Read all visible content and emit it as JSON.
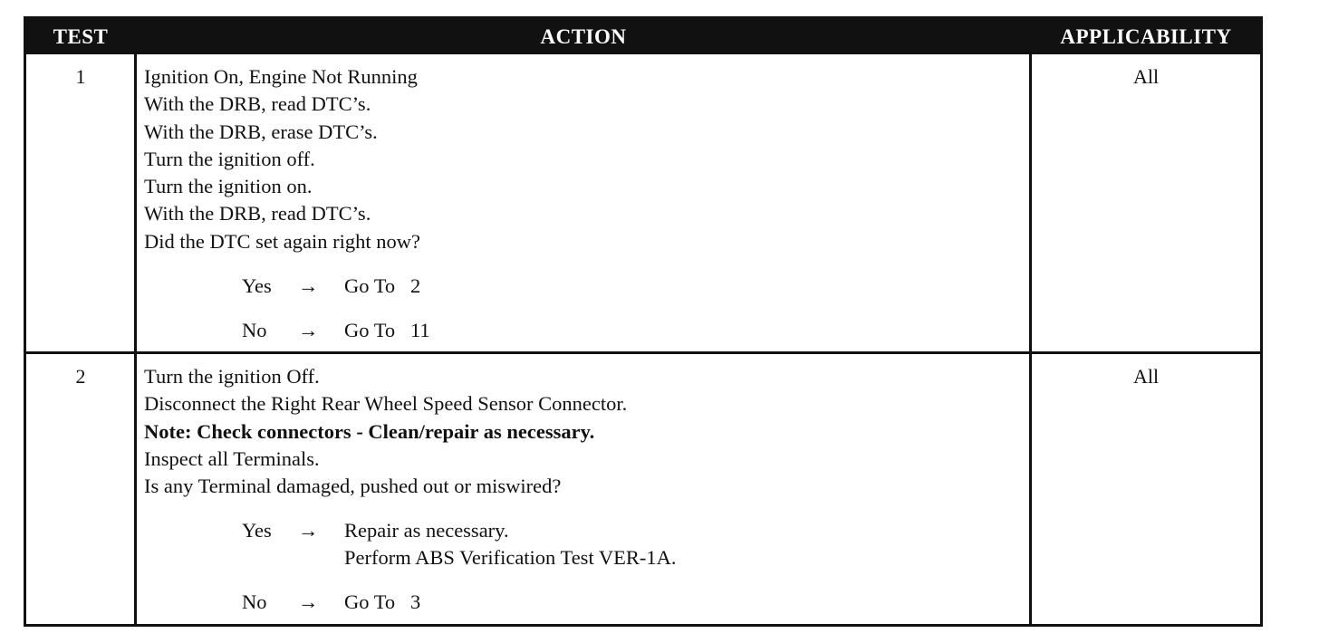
{
  "headers": {
    "test": "TEST",
    "action": "ACTION",
    "applicability": "APPLICABILITY"
  },
  "arrow": "→",
  "rows": [
    {
      "test": "1",
      "applicability": "All",
      "steps": [
        "Ignition On, Engine Not Running",
        "With the DRB, read DTC’s.",
        "With the DRB, erase DTC’s.",
        "Turn the ignition off.",
        "Turn the ignition on.",
        "With the DRB, read DTC’s.",
        "Did the DTC set again right now?"
      ],
      "answers": [
        {
          "label": "Yes",
          "lines": [
            "Go To   2"
          ]
        },
        {
          "label": "No",
          "lines": [
            "Go To   11"
          ]
        }
      ]
    },
    {
      "test": "2",
      "applicability": "All",
      "steps": [
        "Turn the ignition Off.",
        "Disconnect the Right Rear Wheel Speed Sensor Connector.",
        "Note: Check connectors - Clean/repair as necessary.",
        "Inspect all Terminals.",
        "Is any Terminal damaged, pushed out or miswired?"
      ],
      "answers": [
        {
          "label": "Yes",
          "lines": [
            "Repair as necessary.",
            "Perform ABS Verification Test VER-1A."
          ]
        },
        {
          "label": "No",
          "lines": [
            "Go To   3"
          ]
        }
      ]
    }
  ]
}
